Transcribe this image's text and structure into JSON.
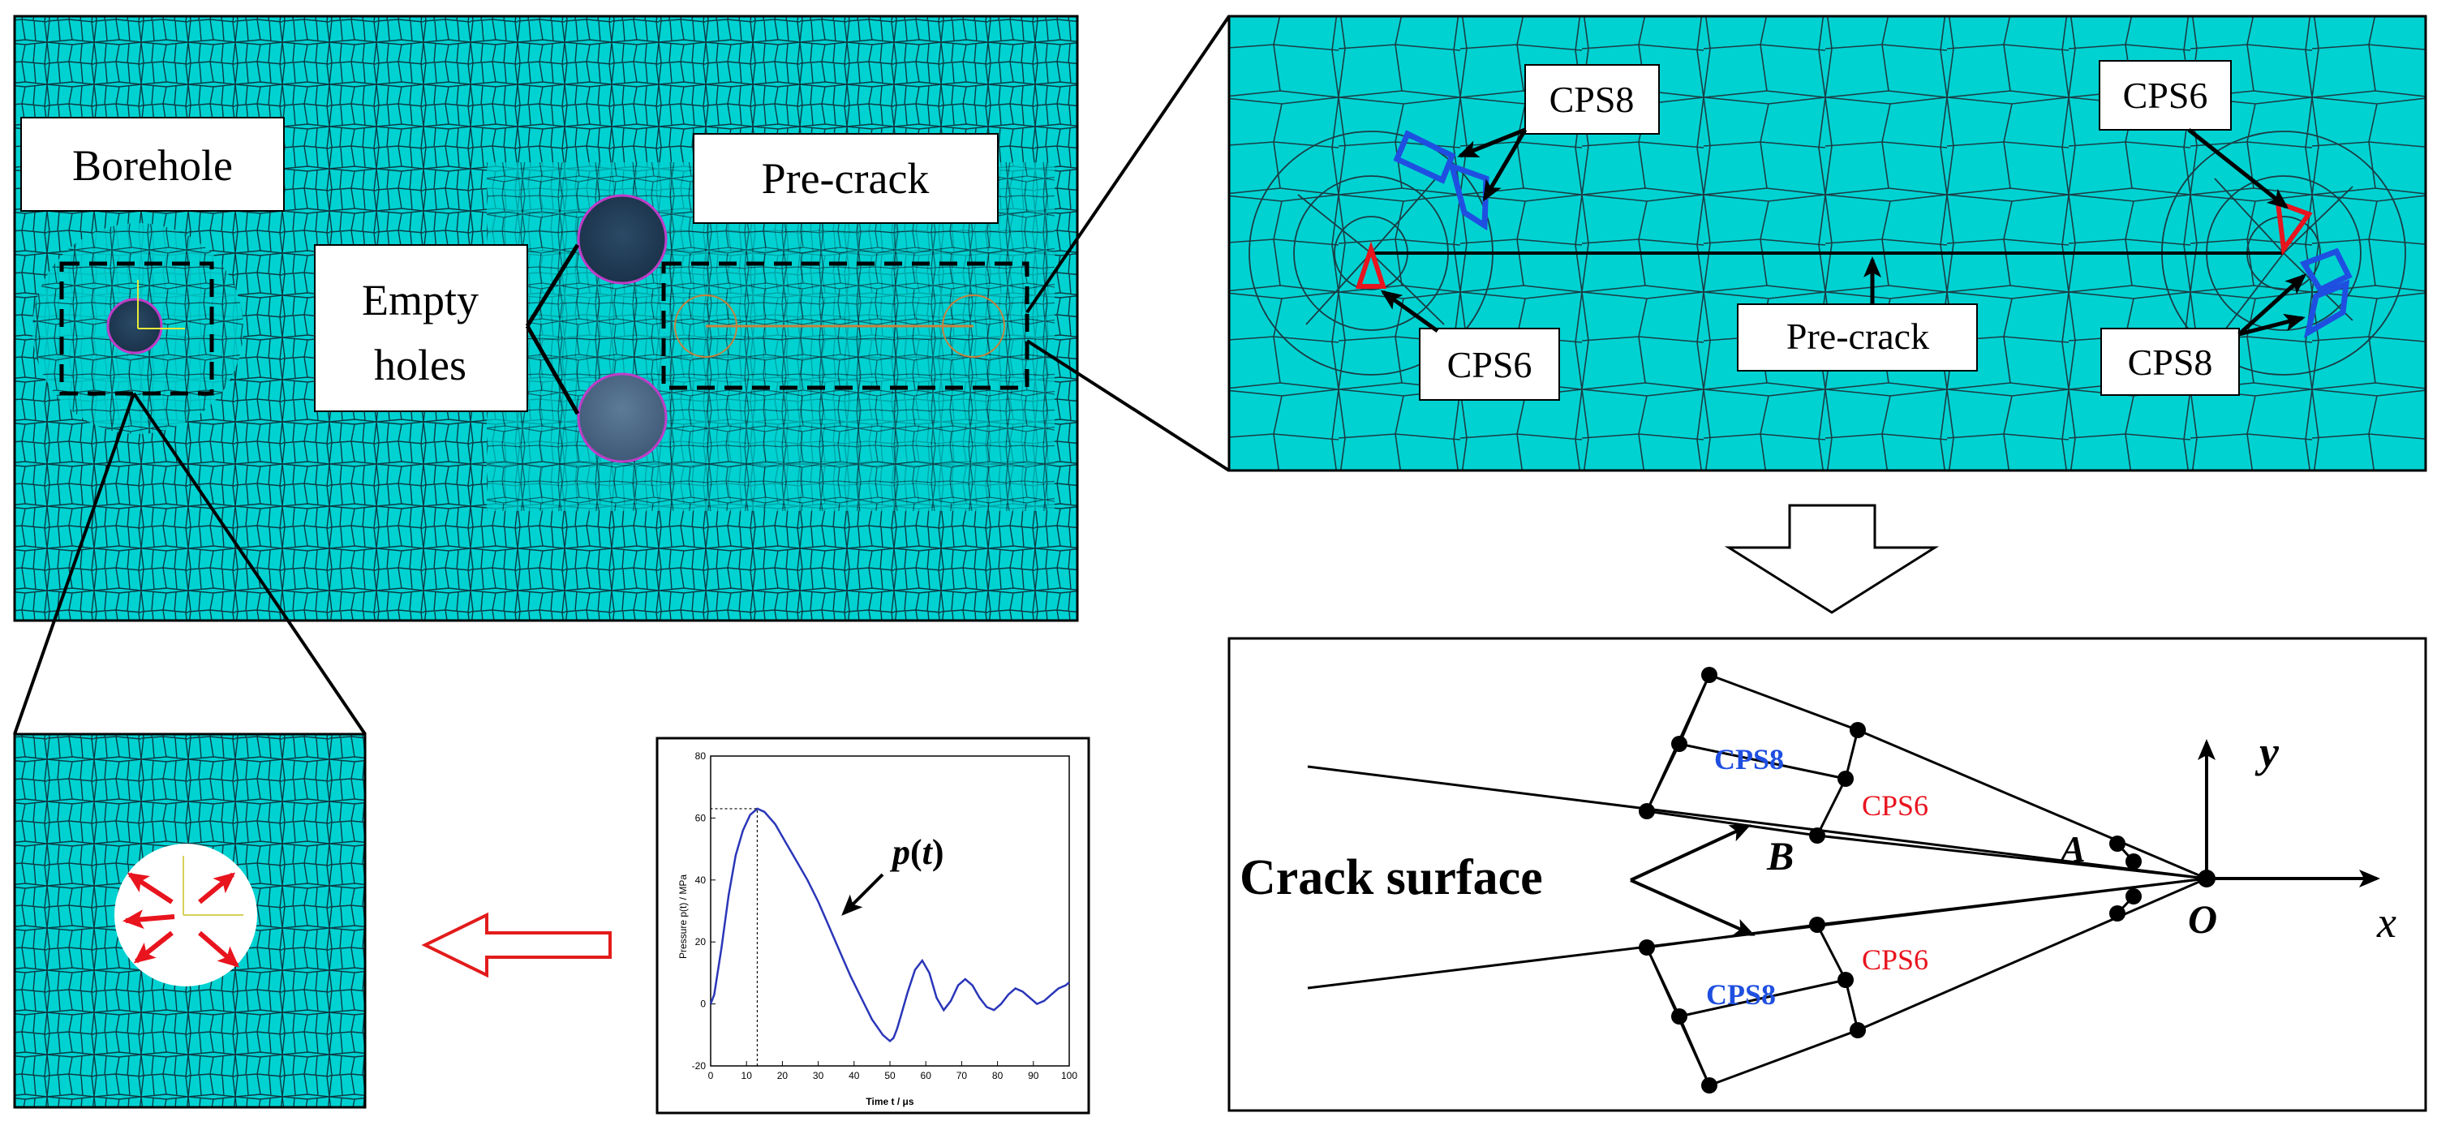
{
  "colors": {
    "mesh_fill": "#00d2d2",
    "mesh_line": "#0b3b44",
    "cps6": "#e8141e",
    "cps8": "#1f4fe0",
    "hole_dark": "#203a55",
    "hole_light": "#4f6c8a",
    "arrow_outline_red": "#e31b1b"
  },
  "mesh_view": {
    "borehole_label": "Borehole",
    "empty_holes_label_line1": "Empty",
    "empty_holes_label_line2": "holes",
    "precrack_label": "Pre-crack"
  },
  "zoom_view": {
    "cps8_top_label": "CPS8",
    "cps6_top_label": "CPS6",
    "cps6_left_label": "CPS6",
    "precrack_label": "Pre-crack",
    "cps8_right_label": "CPS8"
  },
  "schematic": {
    "cps8_upper": "CPS8",
    "cps6_upper": "CPS6",
    "cps8_lower": "CPS8",
    "cps6_lower": "CPS6",
    "crack_surface_label": "Crack surface",
    "point_b": "B",
    "point_a": "A",
    "origin_label": "O",
    "x_axis": "x",
    "y_axis": "y"
  },
  "pressure_chart": {
    "curve_label_p": "p",
    "curve_label_paren_open": "(",
    "curve_label_t": "t",
    "curve_label_paren_close": ")",
    "ylabel": "Pressure p(t) / MPa",
    "xlabel": "Time t / μs",
    "y_ticks": [
      "-20",
      "0",
      "20",
      "40",
      "60",
      "80"
    ],
    "x_ticks": [
      "0",
      "10",
      "20",
      "30",
      "40",
      "50",
      "60",
      "70",
      "80",
      "90",
      "100"
    ]
  },
  "chart_data": {
    "type": "line",
    "title": "",
    "xlabel": "Time t / μs",
    "ylabel": "Pressure p(t) / MPa",
    "xlim": [
      0,
      100
    ],
    "ylim": [
      -20,
      80
    ],
    "series": [
      {
        "name": "p(t)",
        "x": [
          0,
          1,
          3,
          5,
          7,
          9,
          11,
          13,
          15,
          18,
          21,
          24,
          27,
          30,
          33,
          36,
          39,
          42,
          45,
          48,
          50,
          51,
          52,
          53,
          55,
          57,
          59,
          61,
          63,
          65,
          67,
          69,
          71,
          73,
          75,
          77,
          79,
          81,
          83,
          85,
          87,
          89,
          91,
          93,
          95,
          97,
          99,
          100
        ],
        "y": [
          0,
          3,
          18,
          35,
          48,
          56,
          61,
          63,
          62,
          58,
          52,
          46,
          40,
          33,
          25,
          17,
          9,
          2,
          -5,
          -10,
          -12,
          -11,
          -8,
          -4,
          4,
          11,
          14,
          10,
          2,
          -2,
          1,
          6,
          8,
          6,
          2,
          -1,
          -2,
          0,
          3,
          5,
          4,
          2,
          0,
          1,
          3,
          5,
          6,
          7
        ]
      }
    ],
    "peak_marker": {
      "x": 13,
      "y": 63
    }
  }
}
